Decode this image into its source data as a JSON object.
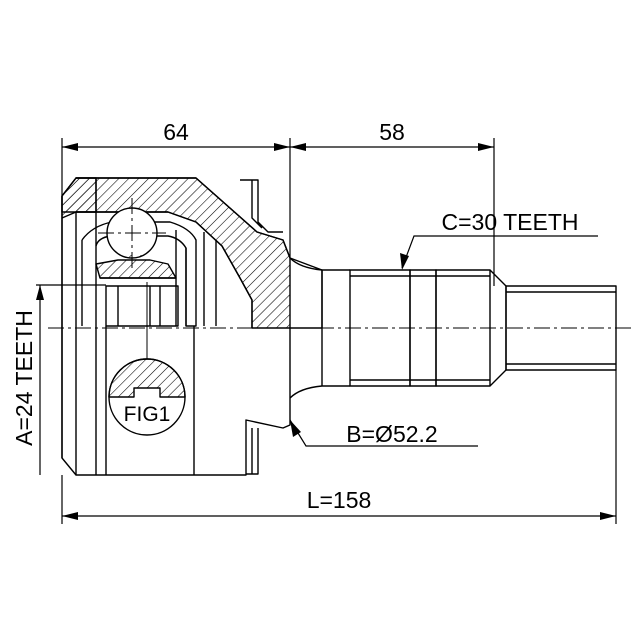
{
  "dimensions": {
    "length_64": "64",
    "length_58": "58",
    "total_length": "L=158",
    "outer_spline": "C=30 TEETH",
    "inner_spline": "A=24 TEETH",
    "abs_diameter": "B=Ø52.2"
  },
  "figure_label": "FIG1",
  "colors": {
    "line": "#000000",
    "background": "#ffffff"
  }
}
